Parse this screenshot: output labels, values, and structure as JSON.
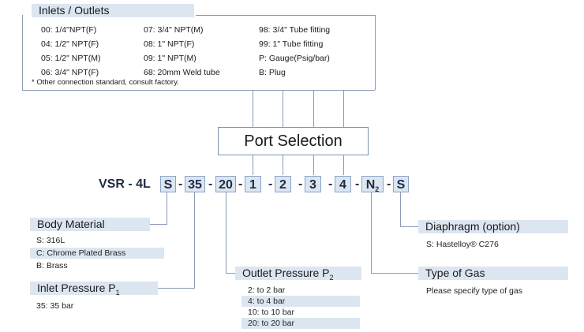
{
  "inlets_outlets": {
    "title": "Inlets / Outlets",
    "col1": [
      "00: 1/4\"NPT(F)",
      "04: 1/2\" NPT(F)",
      "05: 1/2\" NPT(M)",
      "06: 3/4\" NPT(F)"
    ],
    "col2": [
      "07: 3/4\" NPT(M)",
      "08: 1\" NPT(F)",
      "09: 1\" NPT(M)",
      "68: 20mm Weld tube"
    ],
    "col3": [
      "98: 3/4\" Tube fitting",
      "99: 1\" Tube fitting",
      "P: Gauge(Psig/bar)",
      "B: Plug"
    ],
    "note": "* Other connection standard, consult factory."
  },
  "port_selection": {
    "title": "Port Selection"
  },
  "model_code": {
    "prefix": "VSR - 4L",
    "s1": "S",
    "d1": "-",
    "p1": "35",
    "d2": "-",
    "p2": "20",
    "d3": "-",
    "port1": "1",
    "d4": "-",
    "port2": "2",
    "d5": "-",
    "port3": "3",
    "d6": "-",
    "port4": "4",
    "d7": "-",
    "gas": "N",
    "gas_sub": "2",
    "d8": "-",
    "s2": "S"
  },
  "body_material": {
    "title": "Body Material",
    "items": [
      "S:  316L",
      "C:  Chrome Plated Brass",
      "B:  Brass"
    ]
  },
  "inlet_pressure": {
    "title": "Inlet Pressure P",
    "title_sub": "1",
    "items": [
      "35:  35 bar"
    ]
  },
  "outlet_pressure": {
    "title": "Outlet Pressure P",
    "title_sub": "2",
    "items": [
      "2:  to 2 bar",
      "4:  to 4 bar",
      "10:  to 10 bar",
      "20:  to 20 bar"
    ]
  },
  "diaphragm": {
    "title": "Diaphragm (option)",
    "item": "S:  Hastelloy® C276"
  },
  "type_of_gas": {
    "title": "Type of Gas",
    "item": "Please specify type of gas"
  }
}
